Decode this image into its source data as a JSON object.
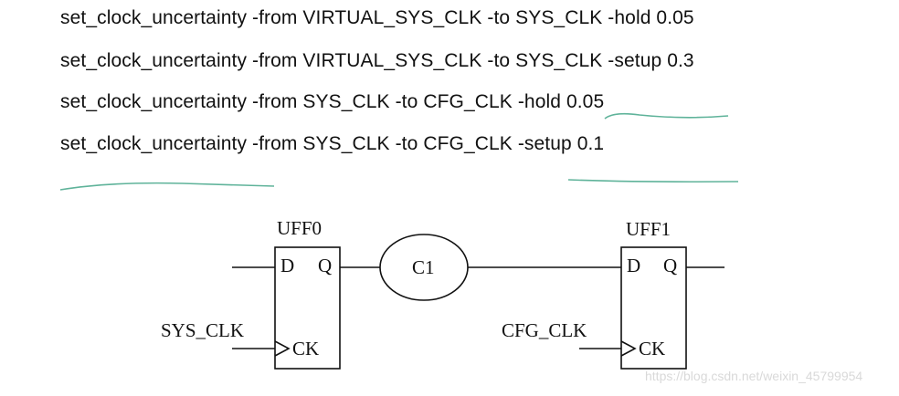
{
  "commands": [
    "set_clock_uncertainty -from VIRTUAL_SYS_CLK -to SYS_CLK -hold 0.05",
    "set_clock_uncertainty -from VIRTUAL_SYS_CLK -to SYS_CLK -setup 0.3",
    "set_clock_uncertainty -from SYS_CLK -to CFG_CLK -hold 0.05",
    "set_clock_uncertainty -from SYS_CLK -to CFG_CLK -setup 0.1"
  ],
  "diagram": {
    "ff0": {
      "name": "UFF0",
      "d": "D",
      "q": "Q",
      "ck": "CK",
      "clock": "SYS_CLK"
    },
    "ff1": {
      "name": "UFF1",
      "d": "D",
      "q": "Q",
      "ck": "CK",
      "clock": "CFG_CLK"
    },
    "cloud": "C1"
  },
  "colors": {
    "ink": "#111111",
    "annotation": "#5fb39a",
    "watermark": "#d9d9d9"
  },
  "watermark": "https://blog.csdn.net/weixin_45799954"
}
